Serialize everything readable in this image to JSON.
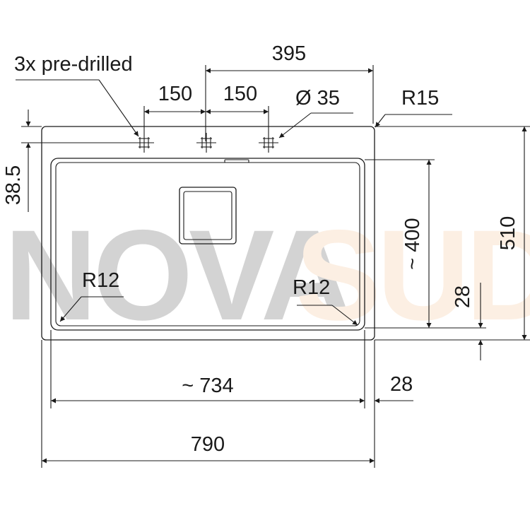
{
  "watermark": {
    "part1": "NOVA",
    "part2": "SUD",
    "color_part1": "#d3d3d3",
    "color_part2": "#fcefe3"
  },
  "labels": {
    "pre_drilled": "3x pre-drilled",
    "dim_395": "395",
    "dim_150_left": "150",
    "dim_150_right": "150",
    "hole_diameter": "Ø 35",
    "radius_outer": "R15",
    "dim_38_5": "38.5",
    "dim_510": "510",
    "dim_400": "~ 400",
    "dim_28_right": "28",
    "radius_left": "R12",
    "radius_right": "R12",
    "dim_734": "~ 734",
    "dim_28_bottom": "28",
    "dim_790": "790"
  },
  "colors": {
    "line": "#1a1a1a",
    "background": "#ffffff"
  }
}
